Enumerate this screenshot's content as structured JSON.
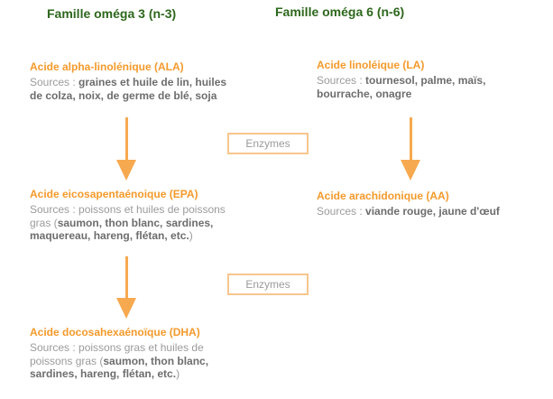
{
  "colors": {
    "header_green": "#2D671C",
    "title_orange": "#F49A2B",
    "arrow_orange": "#F7A94F",
    "box_border_orange": "#F8C68E",
    "text_gray": "#9B9B9B",
    "text_gray_bold": "#6D6D6D",
    "background": "#FFFFFF"
  },
  "headers": {
    "omega3": "Famille oméga 3 (n-3)",
    "omega6": "Famille oméga 6 (n-6)"
  },
  "enzymes": {
    "box1": "Enzymes",
    "box2": "Enzymes"
  },
  "nodes": {
    "ala": {
      "title": "Acide alpha-linolénique (ALA)",
      "src_prefix": "Sources : ",
      "src_bold": "graines et huile de lin, huiles\nde colza, noix, de germe de blé, soja",
      "src_suffix": ""
    },
    "la": {
      "title": "Acide linoléique (LA)",
      "src_prefix": "Sources : ",
      "src_bold": "tournesol, palme, maïs,\nbourrache, onagre",
      "src_suffix": ""
    },
    "epa": {
      "title": "Acide eicosapentaénoique (EPA)",
      "src_prefix": "Sources : poissons et huiles de poissons\ngras (",
      "src_bold": "saumon, thon blanc, sardines,\nmaquereau, hareng, flétan, etc.",
      "src_suffix": ")"
    },
    "aa": {
      "title": "Acide arachidonique (AA)",
      "src_prefix": "Sources : ",
      "src_bold": "viande rouge, jaune d'œuf",
      "src_suffix": ""
    },
    "dha": {
      "title": "Acide docosahexaénoïque (DHA)",
      "src_prefix": "Sources : poissons gras et huiles de\npoissons gras (",
      "src_bold": "saumon, thon blanc,\nsardines, hareng, flétan, etc.",
      "src_suffix": ")"
    }
  }
}
